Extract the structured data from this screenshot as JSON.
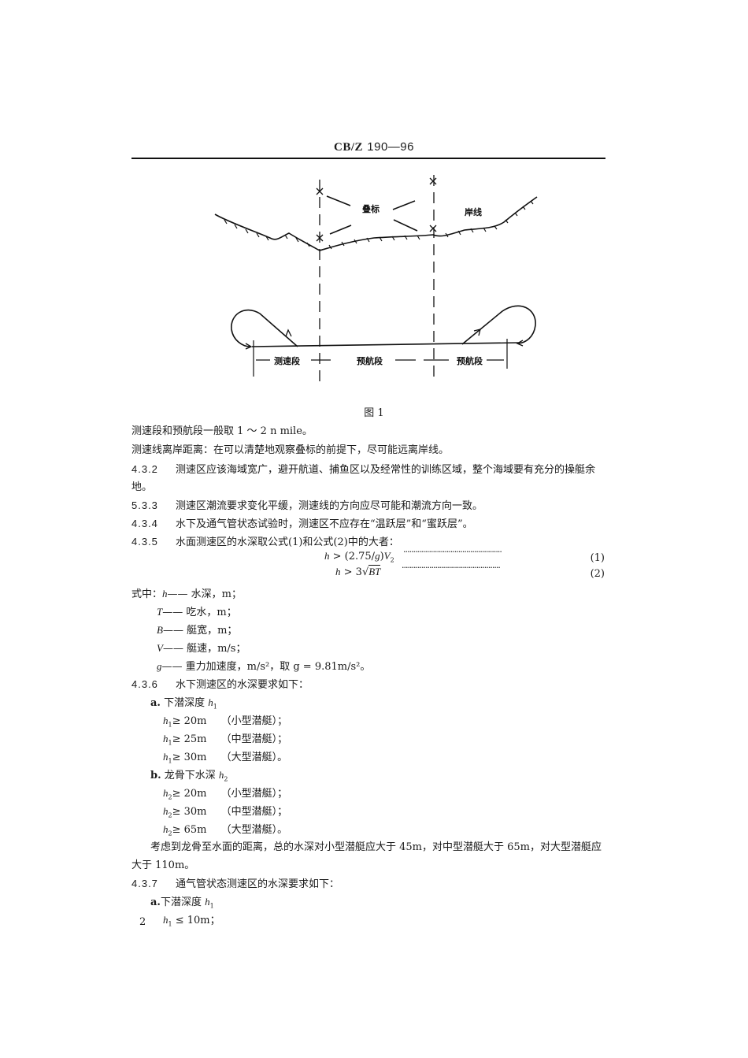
{
  "header": {
    "doc_code_prefix": "CB/Z",
    "doc_code_number": "190—96"
  },
  "figure": {
    "caption": "图 1",
    "labels": {
      "range_marks": "叠标",
      "shoreline": "岸线",
      "measured_segment": "测速段",
      "approach_segment_1": "预航段",
      "approach_segment_2": "预航段"
    }
  },
  "body": {
    "lines": [
      "测速段和预航段一般取 1 ～ 2 n mile。",
      "测速线离岸距离：在可以清楚地观察叠标的前提下，尽可能远离岸线。"
    ],
    "s432": {
      "num": "4.3.2",
      "text": "测速区应该海域宽广，避开航道、捕鱼区以及经常性的训练区域，整个海域要有充分的操艇余",
      "cont": "地。"
    },
    "s533": {
      "num": "5.3.3",
      "text": "测速区潮流要求变化平缓，测速线的方向应尽可能和潮流方向一致。"
    },
    "s434": {
      "num": "4.3.4",
      "text": "水下及通气管状态试验时，测速区不应存在“温跃层”和“蜜跃层”。"
    },
    "s435": {
      "num": "4.3.5",
      "text": "水面测速区的水深取公式(1)和公式(2)中的大者："
    },
    "formulas": [
      {
        "lhs": "h",
        "rel": " > (2.75/",
        "g": "g",
        "mid": ")",
        "v": "V",
        "sub": "2",
        "num": "(1)"
      },
      {
        "lhs": "h",
        "rel": " > 3",
        "root": "BT",
        "num": "(2)"
      }
    ],
    "where": {
      "intro": "式中：",
      "items": [
        {
          "sym": "h",
          "desc": "—— 水深，m；"
        },
        {
          "sym": "T",
          "desc": "—— 吃水，m；"
        },
        {
          "sym": "B",
          "desc": "—— 艇宽，m；"
        },
        {
          "sym": "V",
          "desc": "—— 艇速，m/s；"
        },
        {
          "sym": "g",
          "desc": "—— 重力加速度，m/s²，取 g = 9.81m/s²。"
        }
      ]
    },
    "s436": {
      "num": "4.3.6",
      "text": "水下测速区的水深要求如下：",
      "a": {
        "label": "a.",
        "title": "下潜深度",
        "sym": "h",
        "sub": "1",
        "items": [
          {
            "rel": " ≥ 20m",
            "type": "（小型潜艇）；"
          },
          {
            "rel": " ≥ 25m",
            "type": "（中型潜艇）；"
          },
          {
            "rel": " ≥ 30m",
            "type": "（大型潜艇）。"
          }
        ]
      },
      "b": {
        "label": "b.",
        "title": "龙骨下水深",
        "sym": "h",
        "sub": "2",
        "items": [
          {
            "rel": " ≥ 20m",
            "type": "（小型潜艇）；"
          },
          {
            "rel": " ≥ 30m",
            "type": "（中型潜艇）；"
          },
          {
            "rel": " ≥ 65m",
            "type": "（大型潜艇）。"
          }
        ]
      },
      "note_line1": "考虑到龙骨至水面的距离，总的水深对小型潜艇应大于 45m，对中型潜艇大于 65m，对大型潜艇应",
      "note_line2": "大于 110m。"
    },
    "s437": {
      "num": "4.3.7",
      "text": "通气管状态测速区的水深要求如下：",
      "a": {
        "label": "a.",
        "title": "下潜深度",
        "sym": "h",
        "sub": "1",
        "item_rel": " ≤ 10m；"
      }
    }
  },
  "footer": {
    "page_number": "2"
  }
}
